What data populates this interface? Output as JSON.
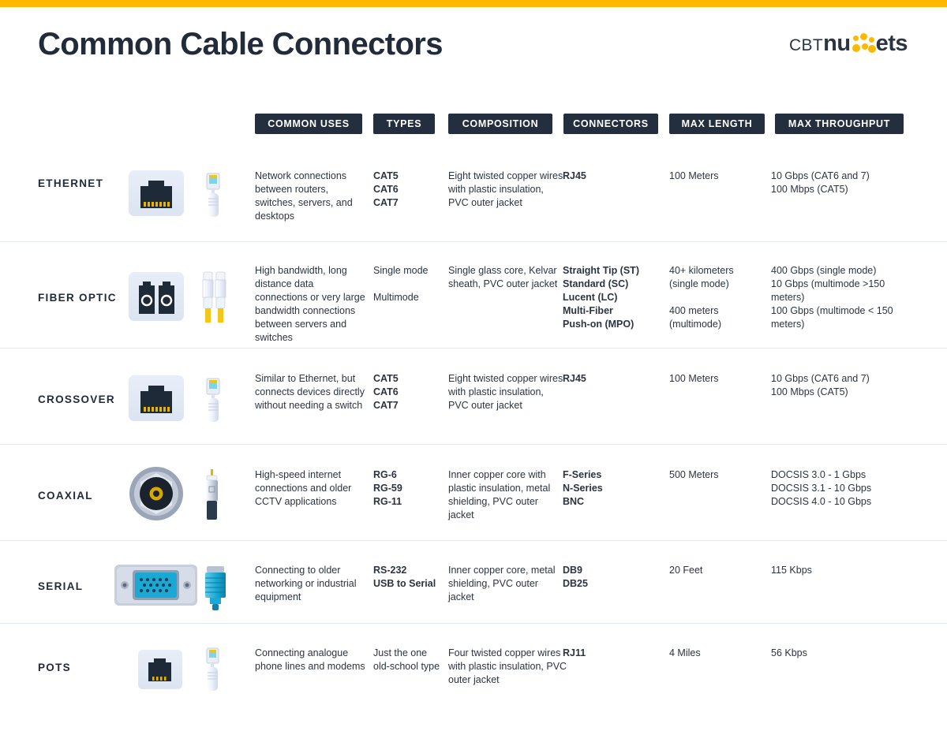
{
  "accent": {
    "bar": "#ffb800",
    "header_pill": "#232f3e",
    "divider": "#e3e8f1",
    "text": "#2b3442"
  },
  "header": {
    "title": "Common Cable Connectors",
    "logo": {
      "cbt": "CBT",
      "nu": "nu",
      "ets": "ets",
      "dots_icon": "nugget-dots-icon"
    }
  },
  "columns": [
    {
      "key": "uses",
      "label": "COMMON USES"
    },
    {
      "key": "types",
      "label": "TYPES"
    },
    {
      "key": "comp",
      "label": "COMPOSITION"
    },
    {
      "key": "conn",
      "label": "CONNECTORS"
    },
    {
      "key": "len",
      "label": "MAX LENGTH"
    },
    {
      "key": "thru",
      "label": "MAX THROUGHPUT"
    }
  ],
  "rows": [
    {
      "name": "ETHERNET",
      "port_icon": "rj45-port-icon",
      "cable_icon": "rj45-cable-icon",
      "uses": "Network connections between routers, switches, servers, and desktops",
      "types": [
        "CAT5",
        "CAT6",
        "CAT7"
      ],
      "composition": "Eight twisted copper wires with plastic insulation, PVC outer jacket",
      "connectors": [
        "RJ45"
      ],
      "max_length": [
        "100 Meters"
      ],
      "max_throughput": [
        "10 Gbps (CAT6 and 7)",
        "100 Mbps (CAT5)"
      ]
    },
    {
      "name": "FIBER OPTIC",
      "port_icon": "fiber-lc-port-icon",
      "cable_icon": "fiber-lc-cable-icon",
      "uses": "High bandwidth, long distance data connections or very large bandwidth connections between servers and switches",
      "types": [
        "Single mode",
        "Multimode"
      ],
      "composition": "Single glass core, Kelvar sheath, PVC outer jacket",
      "connectors": [
        "Straight Tip (ST)",
        "Standard (SC)",
        "Lucent (LC)",
        "Multi-Fiber",
        "Push-on (MPO)"
      ],
      "max_length": [
        "40+ kilometers",
        "(single mode)",
        "400 meters",
        "(multimode)"
      ],
      "max_throughput": [
        "400 Gbps (single mode)",
        "10 Gbps (multimode >150",
        "meters)",
        "100 Gbps (multimode < 150",
        "meters)"
      ]
    },
    {
      "name": "CROSSOVER",
      "port_icon": "rj45-port-icon",
      "cable_icon": "rj45-cable-icon",
      "uses": "Similar to Ethernet, but connects devices directly without needing a switch",
      "types": [
        "CAT5",
        "CAT6",
        "CAT7"
      ],
      "composition": "Eight twisted copper wires with plastic insulation, PVC outer jacket",
      "connectors": [
        "RJ45"
      ],
      "max_length": [
        "100 Meters"
      ],
      "max_throughput": [
        "10 Gbps (CAT6 and 7)",
        "100 Mbps (CAT5)"
      ]
    },
    {
      "name": "COAXIAL",
      "port_icon": "coax-port-icon",
      "cable_icon": "coax-cable-icon",
      "uses": "High-speed internet connections and older CCTV applications",
      "types": [
        "RG-6",
        "RG-59",
        "RG-11"
      ],
      "composition": "Inner copper core with plastic insulation, metal shielding, PVC outer jacket",
      "connectors": [
        "F-Series",
        "N-Series",
        "BNC"
      ],
      "max_length": [
        "500 Meters"
      ],
      "max_throughput": [
        "DOCSIS 3.0 - 1 Gbps",
        "DOCSIS 3.1 - 10 Gbps",
        "DOCSIS 4.0 - 10 Gbps"
      ]
    },
    {
      "name": "SERIAL",
      "port_icon": "db9-port-icon",
      "cable_icon": "db9-cable-icon",
      "uses": "Connecting to older networking or industrial equipment",
      "types": [
        "RS-232",
        "USB to Serial"
      ],
      "composition": "Inner copper core, metal shielding, PVC outer jacket",
      "connectors": [
        "DB9",
        "DB25"
      ],
      "max_length": [
        "20 Feet"
      ],
      "max_throughput": [
        "115 Kbps"
      ]
    },
    {
      "name": "POTS",
      "port_icon": "rj11-port-icon",
      "cable_icon": "rj11-cable-icon",
      "uses": "Connecting analogue phone lines and modems",
      "types": [
        "Just the one old-school type"
      ],
      "composition": "Four twisted copper wires with plastic insulation, PVC outer jacket",
      "connectors": [
        "RJ11"
      ],
      "max_length": [
        "4 Miles"
      ],
      "max_throughput": [
        "56 Kbps"
      ]
    }
  ]
}
